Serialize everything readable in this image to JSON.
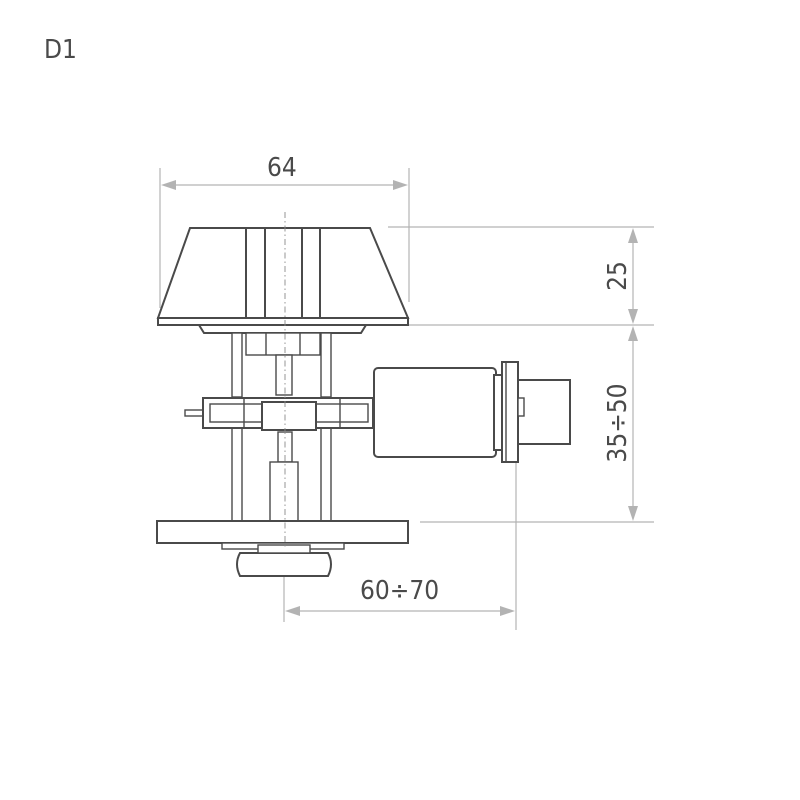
{
  "title": "D1",
  "dimensions": {
    "width_top": "64",
    "height_knob": "25",
    "door_thickness": "35÷50",
    "backset": "60÷70"
  },
  "colors": {
    "line": "#4a4a4a",
    "dimension_line": "#b3b3b3",
    "background": "#ffffff"
  }
}
